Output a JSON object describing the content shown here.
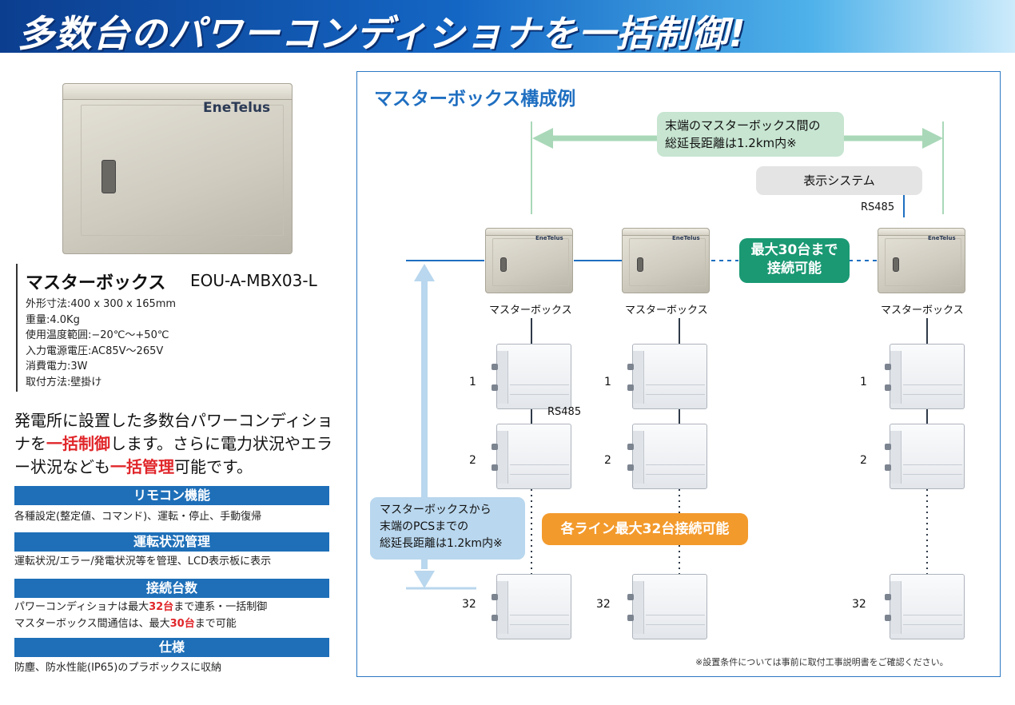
{
  "banner": {
    "title": "多数台のパワーコンディショナを一括制御!"
  },
  "product": {
    "brand": "EneTelus",
    "name": "マスターボックス",
    "code": "EOU-A-MBX03-L",
    "specs": [
      "外形寸法:400 x 300 x 165mm",
      "重量:4.0Kg",
      "使用温度範囲:−20℃〜+50℃",
      "入力電源電圧:AC85V〜265V",
      "消費電力:3W",
      "取付方法:壁掛け"
    ]
  },
  "description": {
    "p1": "発電所に設置した多数台パワーコンディショナを",
    "hl1": "一括制御",
    "p2": "します。さらに電力状況やエラー状況なども",
    "hl2": "一括管理",
    "p3": "可能です。"
  },
  "sections": {
    "remote": {
      "heading": "リモコン機能",
      "text": "各種設定(整定値、コマンド)、運転・停止、手動復帰"
    },
    "status": {
      "heading": "運転状況管理",
      "text": "運転状況/エラー/発電状況等を管理、LCD表示板に表示"
    },
    "count": {
      "heading": "接続台数",
      "line1_a": "パワーコンディショナは最大",
      "line1_hl": "32台",
      "line1_b": "まで連系・一括制御",
      "line2_a": "マスターボックス間通信は、最大",
      "line2_hl": "30台",
      "line2_b": "まで可能"
    },
    "spec": {
      "heading": "仕様",
      "text": "防塵、防水性能(IP65)のプラボックスに収納"
    }
  },
  "diagram": {
    "title": "マスターボックス構成例",
    "distance_top": [
      "末端のマスターボックス間の",
      "総延長距離は1.2km内※"
    ],
    "display_system": "表示システム",
    "rs485": "RS485",
    "max30": [
      "最大30台まで",
      "接続可能"
    ],
    "master_label": "マスターボックス",
    "unit_numbers": [
      "1",
      "2",
      "32"
    ],
    "distance_left": [
      "マスターボックスから",
      "末端のPCSまでの",
      "総延長距離は1.2km内※"
    ],
    "line_max": "各ライン最大32台接続可能",
    "footnote": "※設置条件については事前に取付工事説明書をご確認ください。"
  },
  "colors": {
    "accent_blue": "#1e6fb8",
    "highlight_red": "#e0262a",
    "teal": "#1a9973",
    "orange": "#f39a2c",
    "green_arrow": "#a9d8b8",
    "light_blue": "#b9d7ee"
  }
}
